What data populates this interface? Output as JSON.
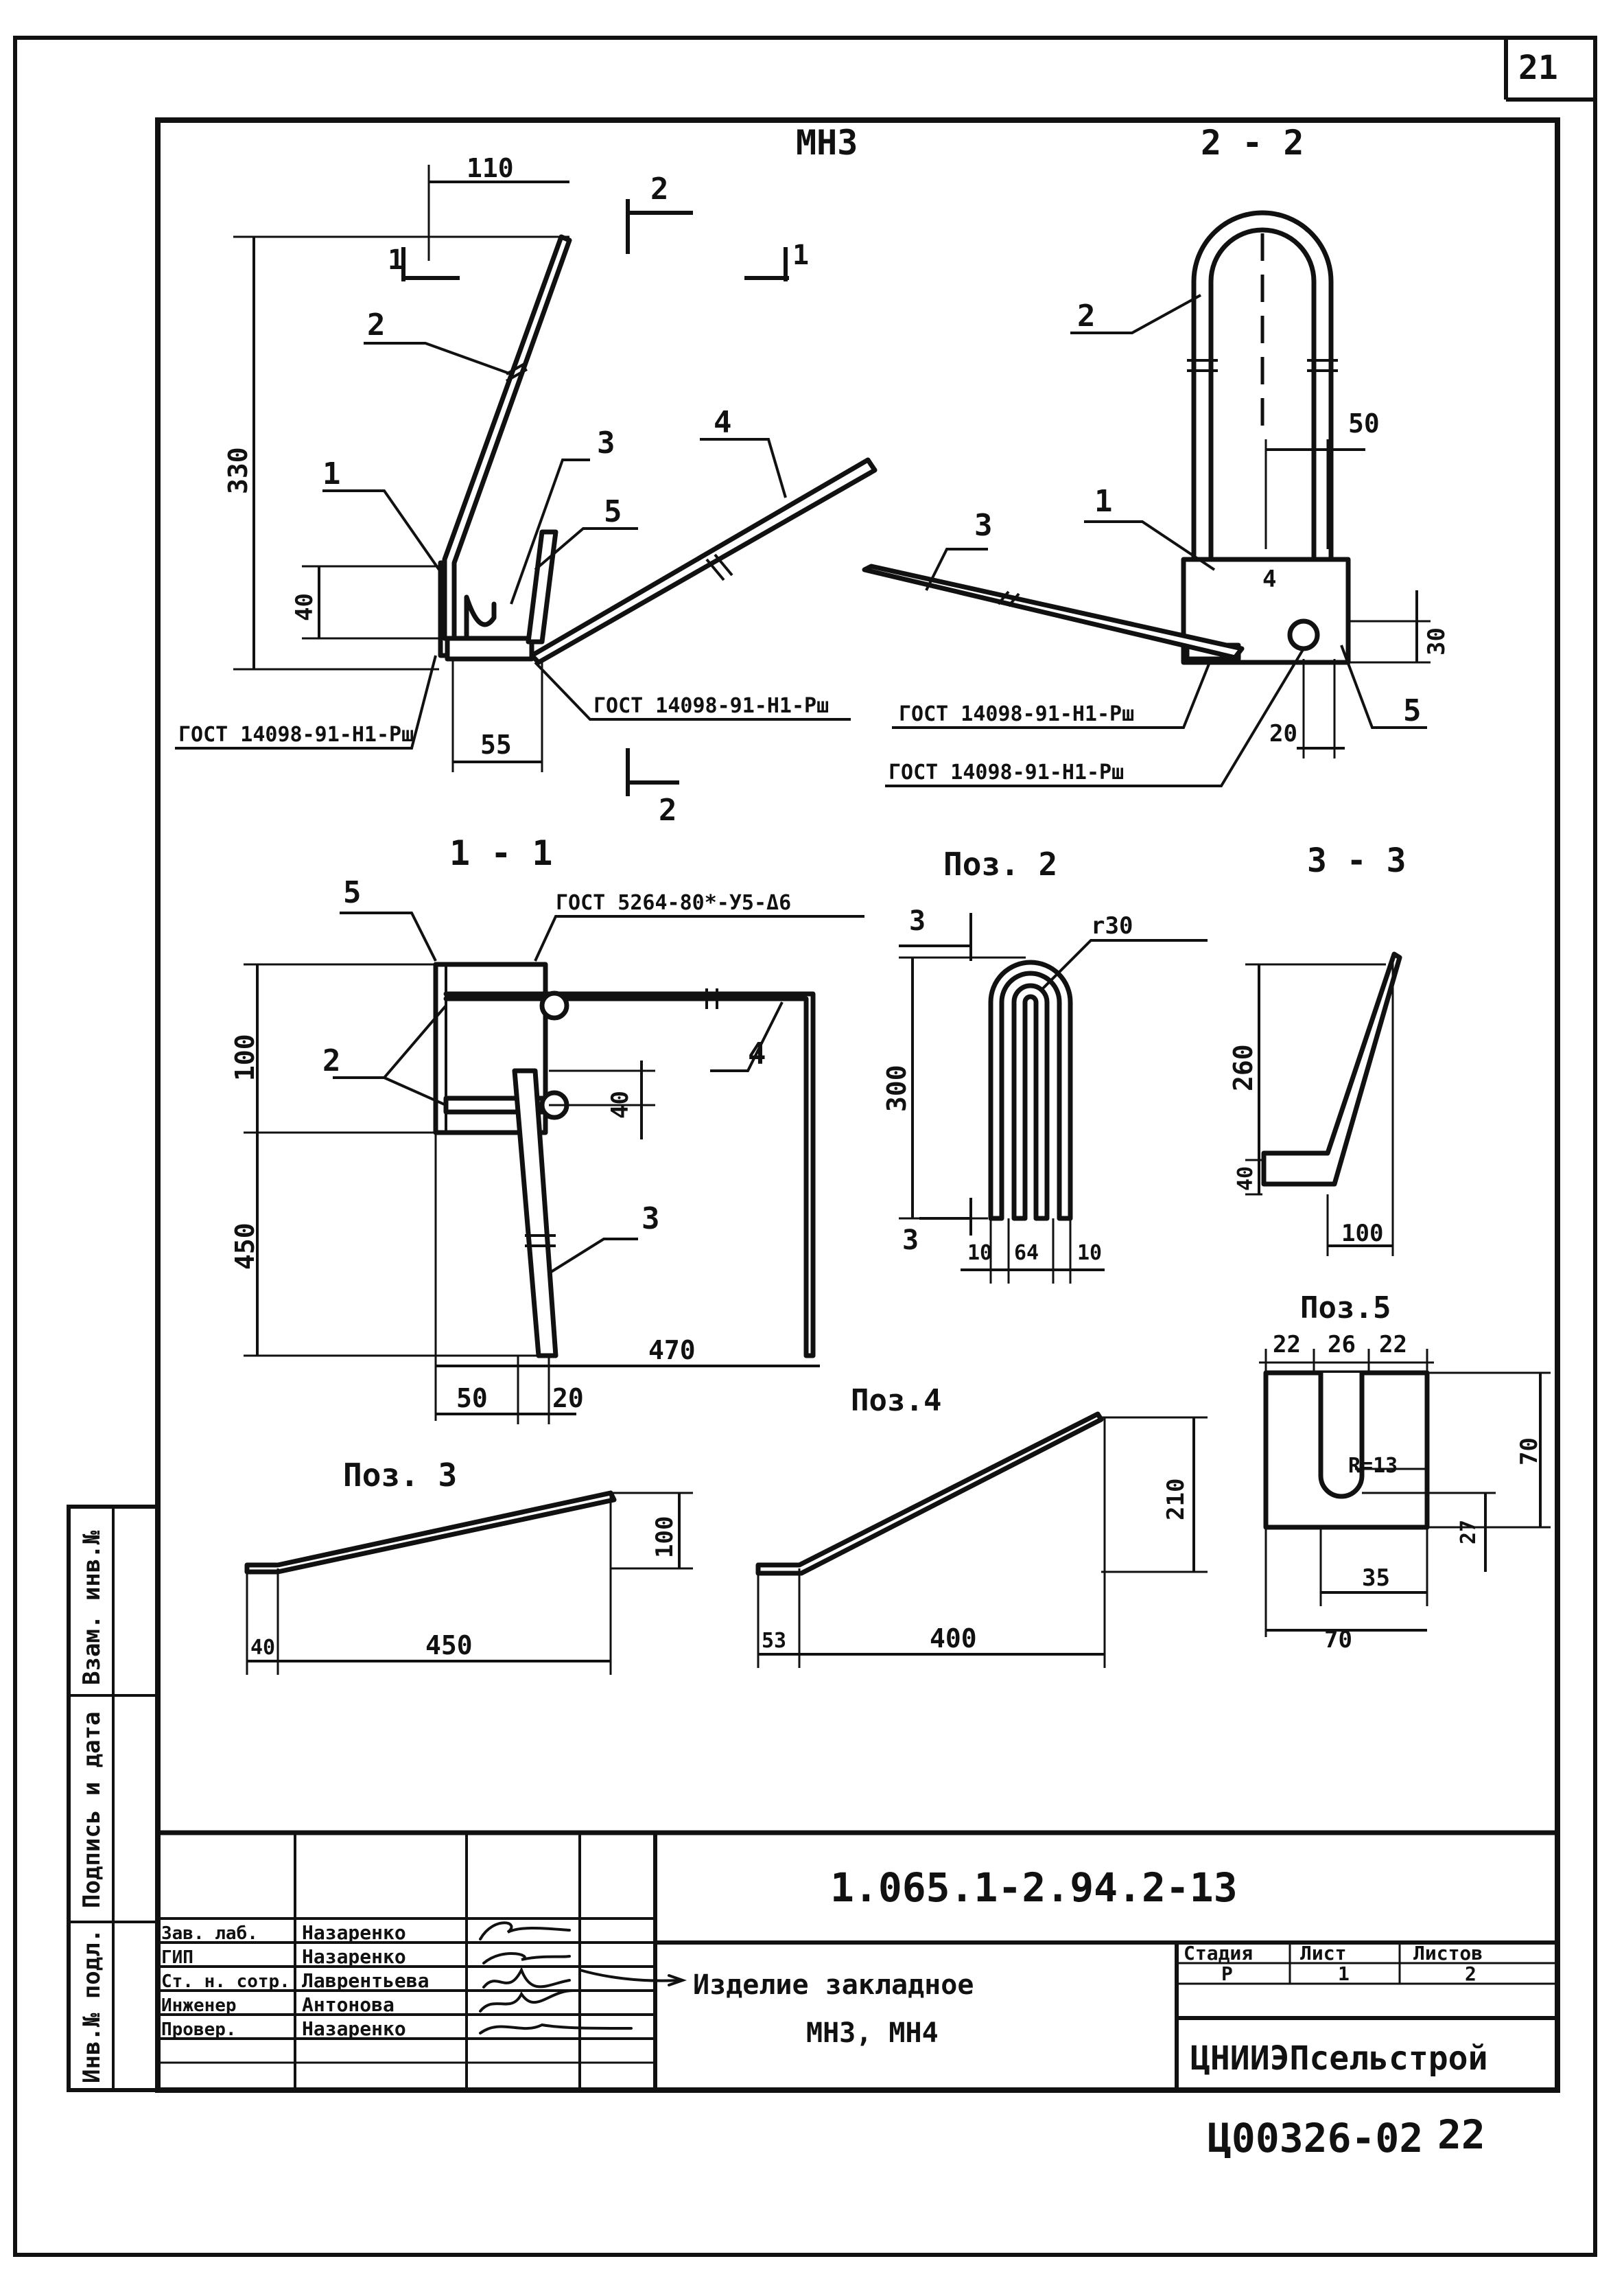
{
  "sheet": {
    "page_number": "21",
    "archive_number": "Ц00326-02",
    "archive_sheet": "22"
  },
  "views": {
    "main_title": "МН3",
    "section_2_2": "2 - 2",
    "section_1_1": "1 -  1",
    "section_3_3": "3 - 3",
    "pos2": "Поз. 2",
    "pos3": "Поз. 3",
    "pos4": "Поз.4",
    "pos5": "Поз.5"
  },
  "callouts": {
    "n1": "1",
    "n2": "2",
    "n3": "3",
    "n4": "4",
    "n5": "5",
    "cut1": "1",
    "cut2": "2",
    "cut3": "3"
  },
  "weld_notes": {
    "w1": "ГОСТ 14098-91-Н1-Рш",
    "w2": "ГОСТ 14098-91-Н1-Рш",
    "w3": "ГОСТ 14098-91-Н1-Рш",
    "w4": "ГОСТ 14098-91-Н1-Рш",
    "w5": "ГОСТ 5264-80*-У5-Δ6"
  },
  "dimensions": {
    "d110": "110",
    "d330": "330",
    "d40": "40",
    "d55": "55",
    "d50": "50",
    "d30": "30",
    "d20": "20",
    "d100": "100",
    "d450": "450",
    "d40b": "40",
    "d470": "470",
    "d50b": "50",
    "d20b": "20",
    "d300": "300",
    "d10a": "10",
    "d64": "64",
    "d10b": "10",
    "r30": "r30",
    "d260": "260",
    "d40c": "40",
    "d100b": "100",
    "d22a": "22",
    "d26": "26",
    "d22b": "22",
    "r13": "R=13",
    "d70a": "70",
    "d27": "27",
    "d35": "35",
    "d70b": "70",
    "d40d": "40",
    "d450b": "450",
    "d100c": "100",
    "d53": "53",
    "d400": "400",
    "d210": "210"
  },
  "side_stamp": {
    "c1": "Инв.№ подл.",
    "c2": "Подпись и дата",
    "c3": "Взам. инв.№"
  },
  "title_block": {
    "designation": "1.065.1-2.94.2-13",
    "roles": [
      "Зав. лаб.",
      "ГИП",
      "Ст. н. сотр.",
      "Инженер",
      "Провер."
    ],
    "names": [
      "Назаренко",
      "Назаренко",
      "Лаврентьева",
      "Антонова",
      "Назаренко"
    ],
    "name_line1": "Изделие закладное",
    "name_line2": "МН3, МН4",
    "stage_label": "Стадия",
    "sheet_label": "Лист",
    "sheets_label": "Листов",
    "stage_value": "Р",
    "sheet_value": "1",
    "sheets_value": "2",
    "organization": "ЦНИИЭПсельстрой"
  }
}
